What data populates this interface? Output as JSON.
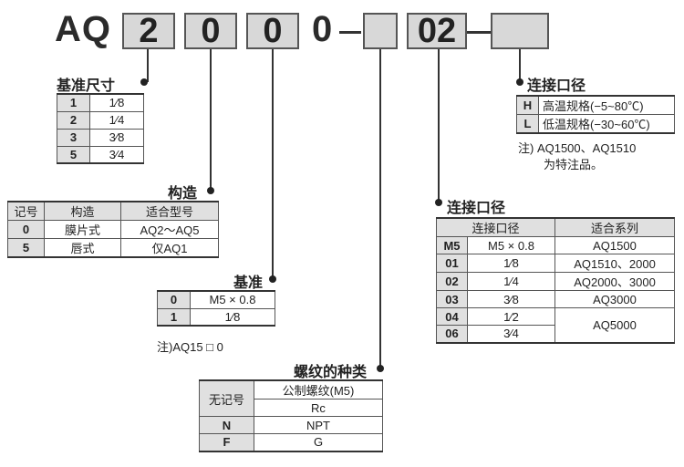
{
  "model_code": {
    "prefix": "AQ",
    "digits": [
      "2",
      "0",
      "0"
    ],
    "fixed": "0",
    "port_code": "02"
  },
  "size": {
    "title": "基准尺寸",
    "rows": [
      {
        "code": "1",
        "value": "1⁄8"
      },
      {
        "code": "2",
        "value": "1⁄4"
      },
      {
        "code": "3",
        "value": "3⁄8"
      },
      {
        "code": "5",
        "value": "3⁄4"
      }
    ]
  },
  "structure": {
    "title": "构造",
    "headers": [
      "记号",
      "构造",
      "适合型号"
    ],
    "rows": [
      {
        "code": "0",
        "type": "膜片式",
        "model": "AQ2～AQ5"
      },
      {
        "code": "5",
        "type": "唇式",
        "model": "仅AQ1"
      }
    ]
  },
  "basis": {
    "title": "基准",
    "rows": [
      {
        "code": "0",
        "value": "M5 × 0.8"
      },
      {
        "code": "1",
        "value": "1⁄8"
      }
    ],
    "note": "注)AQ15 □ 0"
  },
  "thread": {
    "title": "螺纹的种类",
    "rows": [
      {
        "code": "无记号",
        "value": "公制螺纹(M5)",
        "value2": "Rc"
      },
      {
        "code": "N",
        "value": "NPT"
      },
      {
        "code": "F",
        "value": "G"
      }
    ]
  },
  "port": {
    "title": "连接口径",
    "headers": [
      "连接口径",
      "适合系列"
    ],
    "rows": [
      {
        "code": "M5",
        "size": "M5 × 0.8",
        "series": "AQ1500"
      },
      {
        "code": "01",
        "size": "1⁄8",
        "series": "AQ1510、2000"
      },
      {
        "code": "02",
        "size": "1⁄4",
        "series": "AQ2000、3000"
      },
      {
        "code": "03",
        "size": "3⁄8",
        "series": "AQ3000"
      },
      {
        "code": "04",
        "size": "1⁄2",
        "series": "AQ5000"
      },
      {
        "code": "06",
        "size": "3⁄4",
        "series": ""
      }
    ]
  },
  "connection": {
    "title": "连接口径",
    "rows": [
      {
        "code": "H",
        "value": "高温规格(−5~80℃)"
      },
      {
        "code": "L",
        "value": "低温规格(−30~60℃)"
      }
    ],
    "note_line1": "注) AQ1500、AQ1510",
    "note_line2": "为特注品。"
  }
}
